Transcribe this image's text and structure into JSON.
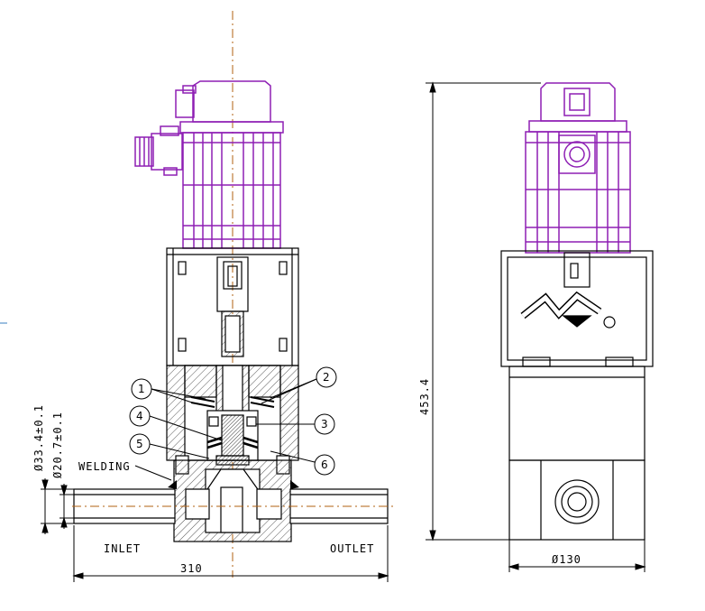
{
  "colors": {
    "actuator": "#8e1fb4",
    "line": "#000000",
    "hatch": "#666666",
    "centerline": "#b06010"
  },
  "labels": {
    "welding": "WELDING",
    "inlet": "INLET",
    "outlet": "OUTLET",
    "length": "310",
    "height": "453.4",
    "outer_dia": "Ø33.4±0.1",
    "inner_dia": "Ø20.7±0.1",
    "flange_dia": "Ø130"
  },
  "callouts": [
    "1",
    "2",
    "3",
    "4",
    "5",
    "6"
  ]
}
